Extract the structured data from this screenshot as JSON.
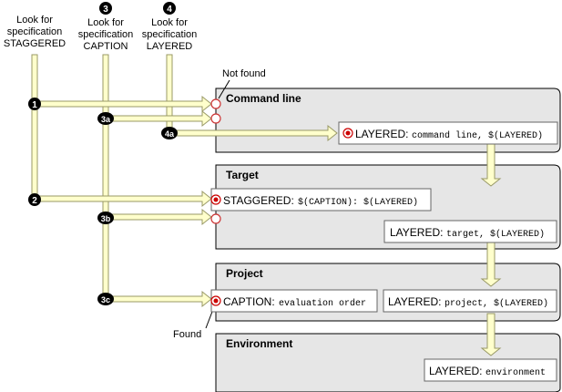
{
  "headers": [
    {
      "id": "staggered",
      "line1": "Look for",
      "line2": "specification",
      "line3": "STAGGERED",
      "number": ""
    },
    {
      "id": "caption",
      "line1": "Look for",
      "line2": "specification",
      "line3": "CAPTION",
      "number": "3"
    },
    {
      "id": "layered",
      "line1": "Look for",
      "line2": "specification",
      "line3": "LAYERED",
      "number": "4"
    }
  ],
  "step_labels": {
    "s1": "1",
    "s2": "2",
    "s3a": "3a",
    "s3b": "3b",
    "s3c": "3c",
    "s4a": "4a"
  },
  "callouts": {
    "not_found": "Not found",
    "found": "Found"
  },
  "panels": {
    "command_line": {
      "title": "Command line"
    },
    "target": {
      "title": "Target"
    },
    "project": {
      "title": "Project"
    },
    "environment": {
      "title": "Environment"
    }
  },
  "specs": {
    "cmd_layered": {
      "keyword": "LAYERED:",
      "value": "command line, $(LAYERED)"
    },
    "tgt_staggered": {
      "keyword": "STAGGERED:",
      "value": "$(CAPTION): $(LAYERED)"
    },
    "tgt_layered": {
      "keyword": "LAYERED:",
      "value": "target, $(LAYERED)"
    },
    "prj_caption": {
      "keyword": "CAPTION:",
      "value": "evaluation order"
    },
    "prj_layered": {
      "keyword": "LAYERED:",
      "value": "project, $(LAYERED)"
    },
    "env_layered": {
      "keyword": "LAYERED:",
      "value": "environment"
    }
  },
  "colors": {
    "arrow_fill": "#ffffcc",
    "arrow_stroke": "#999966",
    "panel_fill": "#e6e6e6",
    "panel_stroke": "#000000",
    "found_marker": "#cc0000",
    "notfound_marker": "#cc3333",
    "badge_fill": "#000000"
  }
}
